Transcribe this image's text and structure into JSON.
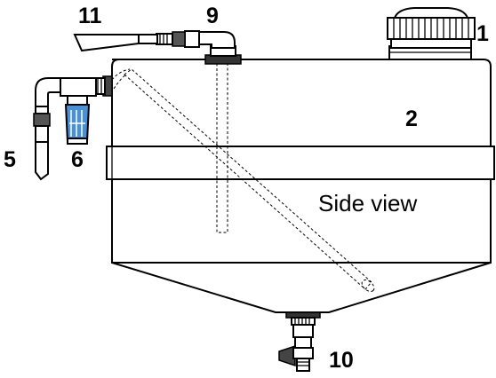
{
  "view_label": "Side view",
  "callouts": {
    "c1": "1",
    "c2": "2",
    "c5": "5",
    "c6": "6",
    "c9": "9",
    "c10": "10",
    "c11": "11"
  },
  "colors": {
    "outline": "#000000",
    "filter_bowl": "#4a90d9",
    "background": "#ffffff"
  }
}
